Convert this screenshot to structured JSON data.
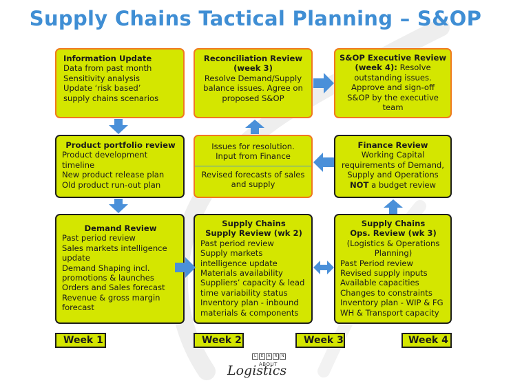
{
  "title": "Supply Chains Tactical Planning – S&OP",
  "colors": {
    "title": "#3f8ed4",
    "box_fill": "#d4e600",
    "orange_border": "#f07820",
    "dark_border": "#1d1d1d",
    "arrow": "#4a90d9"
  },
  "info_update": {
    "heading": "Information Update",
    "lines": [
      "Data from past month",
      "Sensitivity analysis",
      "Update ‘risk based’",
      "supply chains scenarios"
    ]
  },
  "reconciliation": {
    "heading_1": "Reconciliation Review",
    "heading_2": "(week 3)",
    "lines": [
      "Resolve Demand/Supply",
      "balance issues. Agree on",
      "proposed S&OP"
    ]
  },
  "executive": {
    "heading_1": "S&OP Executive Review",
    "heading_2": "(week 4):",
    "lines": [
      " Resolve",
      "outstanding issues.",
      "Approve and sign-off",
      "S&OP by the executive",
      "team"
    ]
  },
  "portfolio": {
    "heading": "Product portfolio review",
    "lines": [
      "Product development",
      "timeline",
      "New product release plan",
      "Old product run-out plan"
    ]
  },
  "issues": {
    "top_lines": [
      "Issues for resolution.",
      "Input from Finance"
    ],
    "bottom_lines": [
      "Revised forecasts of sales",
      "and supply"
    ]
  },
  "finance": {
    "heading": "Finance Review",
    "lines": [
      "Working Capital",
      "requirements of Demand,",
      "Supply and Operations"
    ],
    "last_bold": "NOT",
    "last_rest": " a budget review"
  },
  "demand": {
    "heading": "Demand Review",
    "lines": [
      "Past period review",
      "Sales markets intelligence",
      "update",
      "Demand Shaping incl.",
      "promotions & launches",
      "Orders and Sales forecast",
      "Revenue & gross margin",
      "forecast"
    ]
  },
  "supply": {
    "heading_1": "Supply Chains",
    "heading_2": "Supply Review (wk 2)",
    "lines": [
      "Past period review",
      "Supply markets",
      "intelligence update",
      "Materials availability",
      "Suppliers’ capacity & lead",
      "time variability status",
      "Inventory plan - inbound",
      "materials & components"
    ]
  },
  "ops": {
    "heading_1": "Supply Chains",
    "heading_2": "Ops. Review (wk 3)",
    "sub_lines": [
      "(Logistics & Operations",
      "Planning)"
    ],
    "lines": [
      "Past Period review",
      "Revised supply inputs",
      "Available capacities",
      "Changes to constraints",
      "Inventory plan - WIP & FG",
      "WH & Transport capacity"
    ]
  },
  "weeks": [
    "Week 1",
    "Week 2",
    "Week 3",
    "Week 4"
  ],
  "logo": {
    "letters": [
      "L",
      "E",
      "A",
      "R",
      "N"
    ],
    "about": "ABOUT",
    "word": "Logistics"
  }
}
